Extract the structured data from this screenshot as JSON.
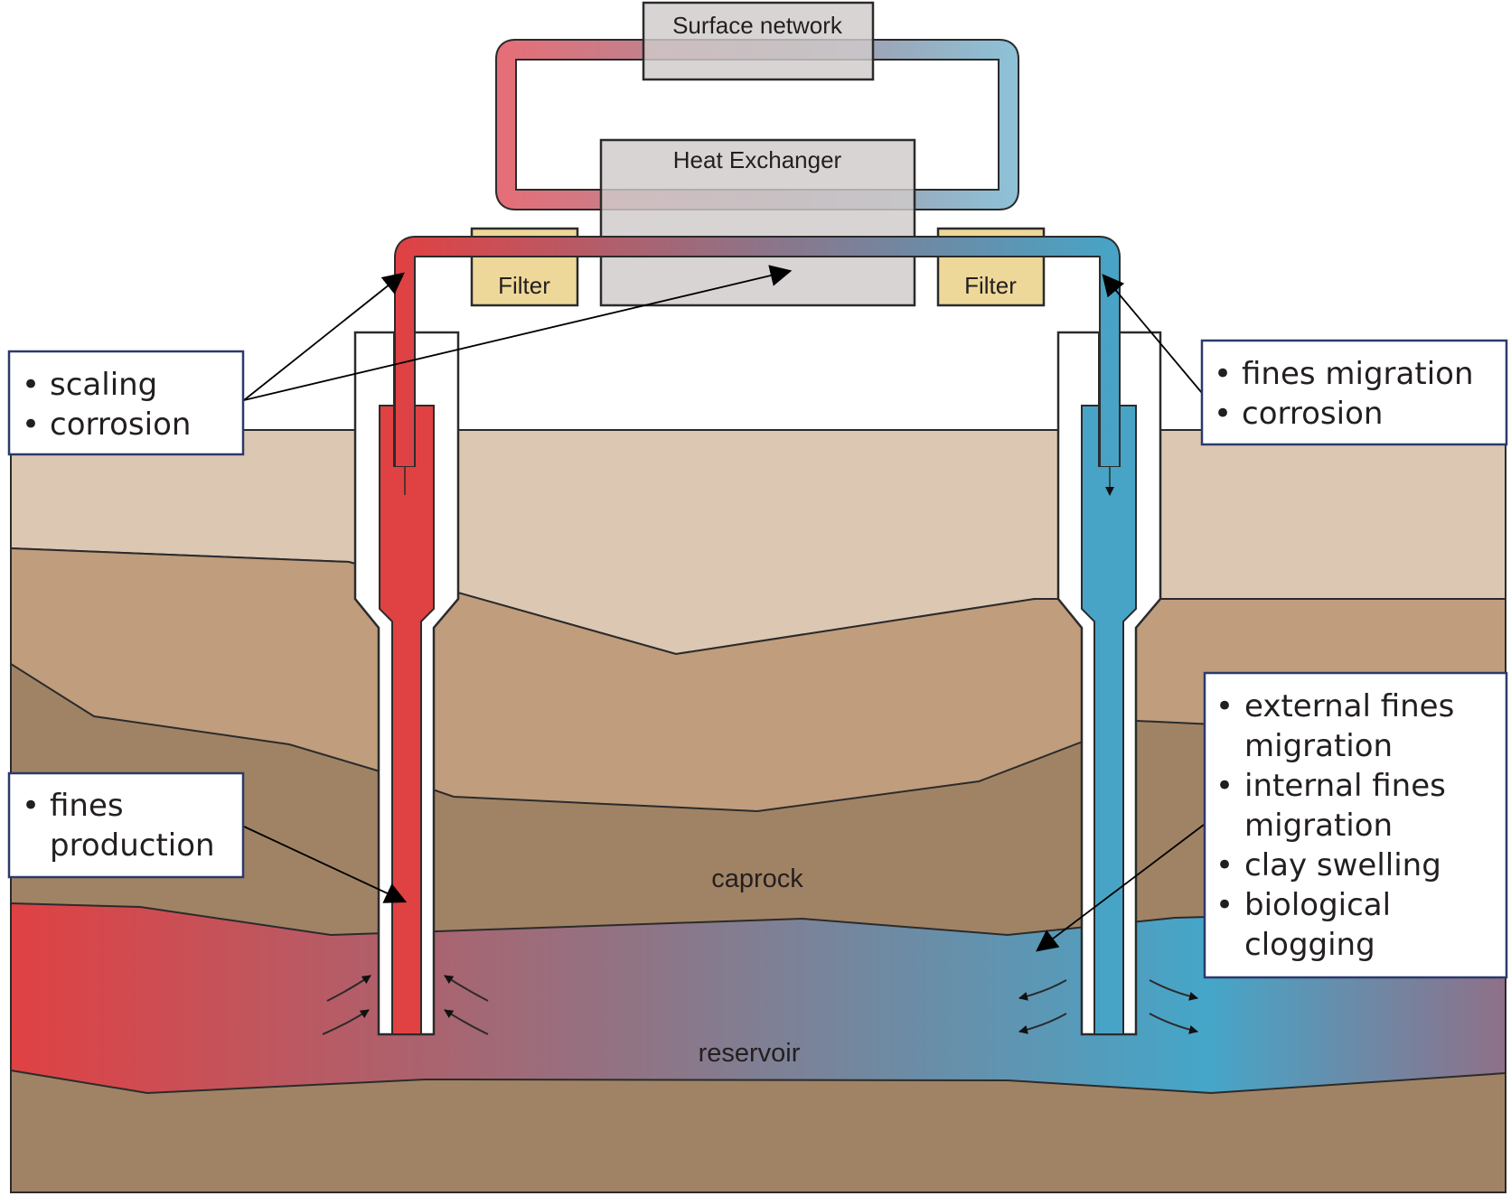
{
  "components": {
    "surface_network": "Surface network",
    "heat_exchanger": "Heat Exchanger",
    "filter_left": "Filter",
    "filter_right": "Filter"
  },
  "layers": {
    "caprock": "caprock",
    "reservoir": "reservoir"
  },
  "callouts": {
    "production_top": [
      "scaling",
      "corrosion"
    ],
    "production_bottom": [
      "fines",
      "production"
    ],
    "injection_top": [
      "fines migration",
      "corrosion"
    ],
    "injection_bottom": [
      "external fines",
      "migration",
      "internal fines",
      "migration",
      "clay swelling",
      "biological",
      "clogging"
    ]
  },
  "colors": {
    "hot": "#e04143",
    "cold": "#47a4c6",
    "filter": "#eed899",
    "equipment": "#d0cbca",
    "layer_top": "#dcc7b3",
    "layer_mid": "#bf9d7d",
    "layer_deep": "#a08365"
  }
}
